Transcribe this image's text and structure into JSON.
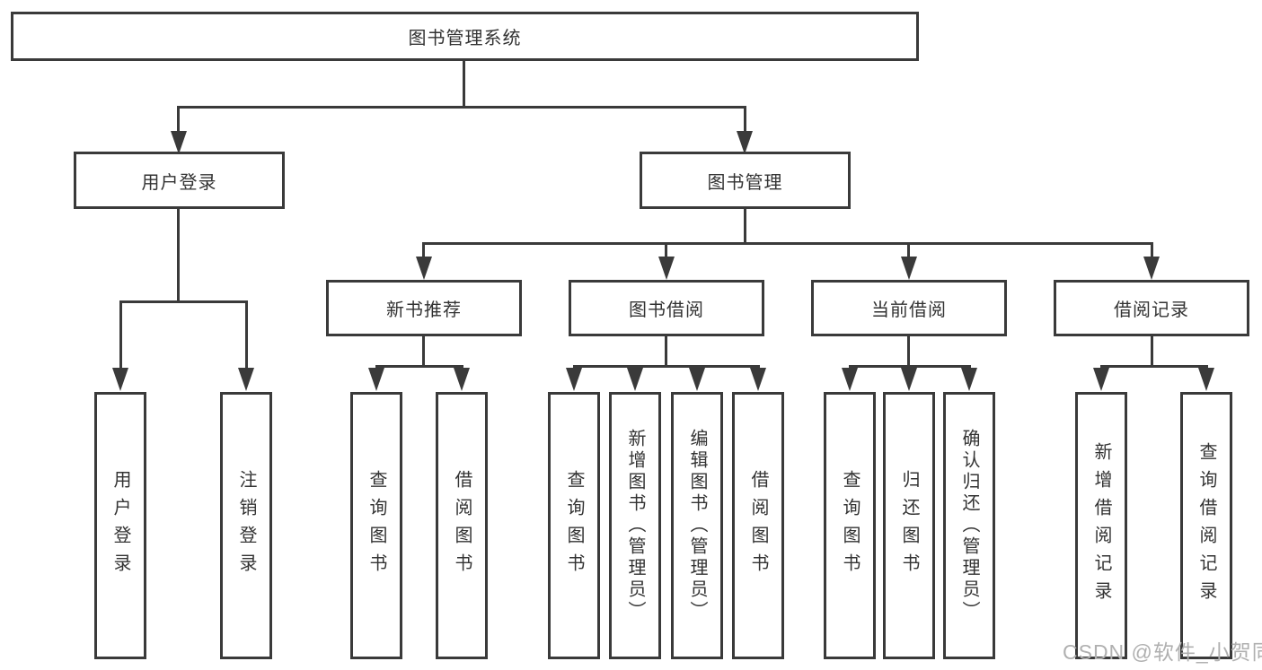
{
  "root": {
    "label": "图书管理系统"
  },
  "user_login": {
    "label": "用户登录",
    "children": [
      {
        "label": "用户登录"
      },
      {
        "label": "注销登录"
      }
    ]
  },
  "book_management": {
    "label": "图书管理"
  },
  "groups": [
    {
      "label": "新书推荐",
      "children": [
        {
          "label": "查询图书"
        },
        {
          "label": "借阅图书"
        }
      ]
    },
    {
      "label": "图书借阅",
      "children": [
        {
          "label": "查询图书"
        },
        {
          "label": "新增图书（管理员）"
        },
        {
          "label": "编辑图书（管理员）"
        },
        {
          "label": "借阅图书"
        }
      ]
    },
    {
      "label": "当前借阅",
      "children": [
        {
          "label": "查询图书"
        },
        {
          "label": "归还图书"
        },
        {
          "label": "确认归还（管理员）"
        }
      ]
    },
    {
      "label": "借阅记录",
      "children": [
        {
          "label": "新增借阅记录"
        },
        {
          "label": "查询借阅记录"
        }
      ]
    }
  ],
  "watermark": {
    "text": "CSDN @软件_小贺同学",
    "color": "#b0b0b0"
  },
  "colors": {
    "line": "#3a3a3a",
    "text": "#333333",
    "background": "#ffffff"
  }
}
